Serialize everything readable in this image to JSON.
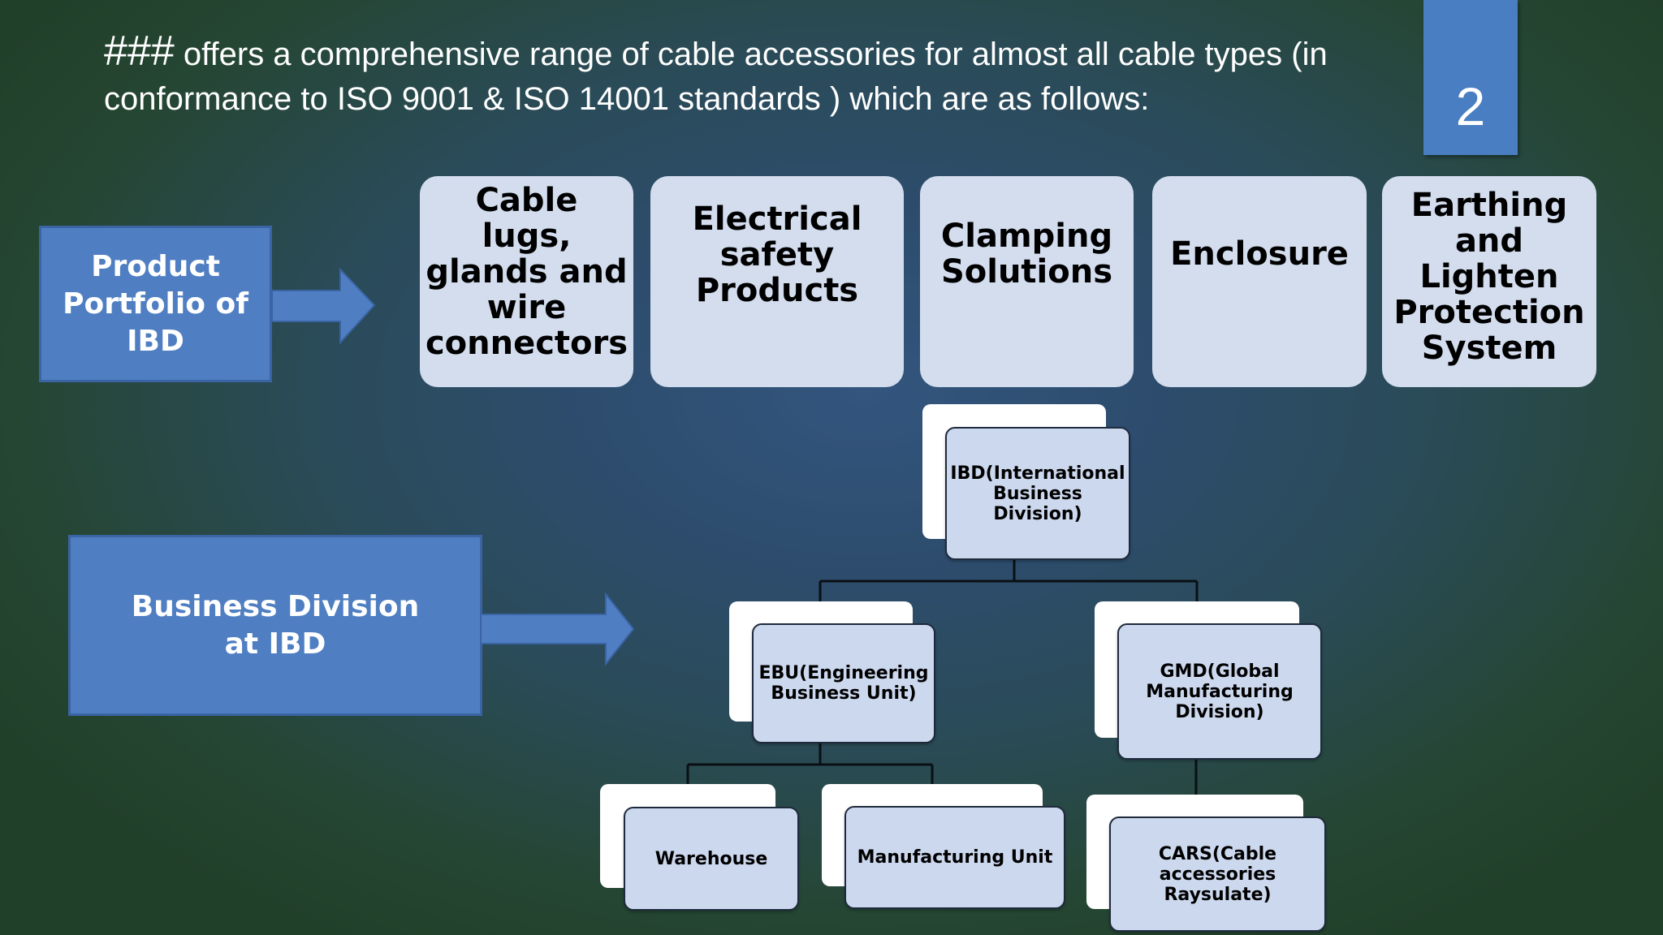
{
  "intro": {
    "hash": "###",
    "text": " offers a comprehensive range of cable accessories for almost all cable types (in conformance to ISO 9001 & ISO 14001 standards ) which are as follows:"
  },
  "page_number": "2",
  "portfolio_label": "Product\nPortfolio of\nIBD",
  "division_label": "Business Division\nat  IBD",
  "products": [
    "Cable lugs,\nglands and\nwire\nconnectors",
    "Electrical\nsafety\nProducts",
    "Clamping\nSolutions",
    "Enclosure",
    "Earthing\nand\nLighten\nProtection\nSystem"
  ],
  "org": {
    "root": "IBD(International\nBusiness\nDivision)",
    "ebu": "EBU(Engineering\nBusiness Unit)",
    "gmd": "GMD(Global\nManufacturing\nDivision)",
    "warehouse": "Warehouse",
    "manufacturing": "Manufacturing Unit",
    "cars": "CARS(Cable\naccessories\nRaysulate)"
  },
  "colors": {
    "label_box": "#4f7fc2",
    "product_box": "#d3ddee",
    "org_node": "#ccd8ee",
    "page_number_box": "#4a7ec2"
  }
}
